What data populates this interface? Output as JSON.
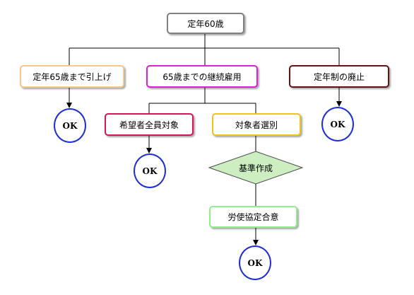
{
  "nodes": {
    "root": "定年60歳",
    "raise_age": "定年65歳まで引上げ",
    "continued_employment": "65歳までの継続雇用",
    "abolish": "定年制の廃止",
    "all_applicants": "希望者全員対象",
    "selected_applicants": "対象者選別",
    "criteria": "基準作成",
    "labor_agreement": "労使協定合意"
  },
  "results": {
    "ok_raise": "OK",
    "ok_abolish": "OK",
    "ok_all": "OK",
    "ok_agreement": "OK"
  },
  "colors": {
    "root_border": "#808080",
    "raise_border": "#f5c98a",
    "continued_border": "#e020d8",
    "abolish_border": "#6b1010",
    "all_border": "#d6145a",
    "selected_border": "#f0c419",
    "diamond_fill": "#cdeec0",
    "agreement_border": "#90ee90",
    "ok_border": "#1f2fd6"
  }
}
